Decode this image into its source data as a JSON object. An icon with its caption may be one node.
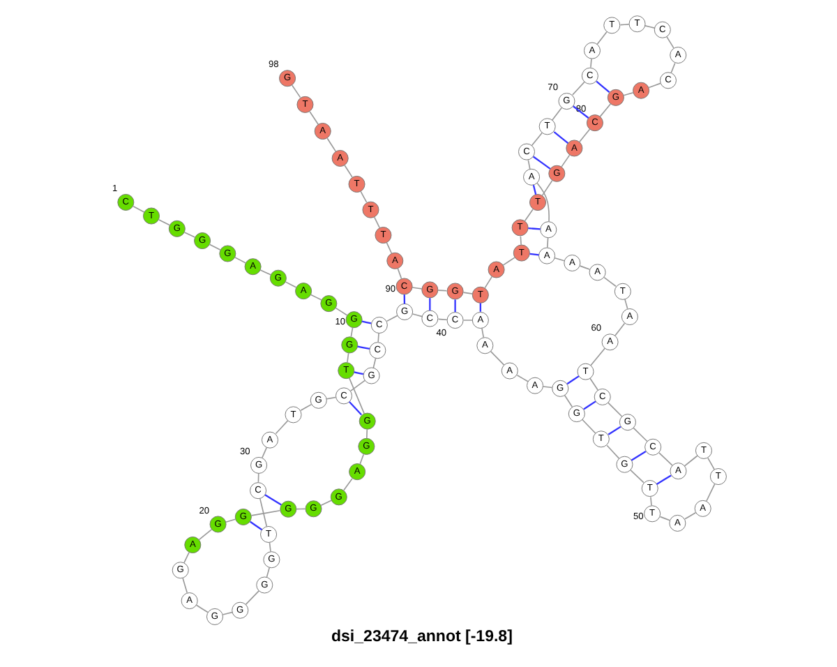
{
  "diagram": {
    "title": "dsi_23474_annot [-19.8]",
    "nodes": [
      {
        "text": [
          "C"
        ],
        "beside": [
          "1"
        ]
      },
      {
        "text": [
          "T"
        ]
      },
      {
        "text": [
          "G"
        ]
      },
      {
        "text": [
          "G"
        ]
      },
      {
        "text": [
          "G"
        ]
      },
      {
        "text": [
          "A"
        ]
      },
      {
        "text": [
          "G"
        ]
      },
      {
        "text": [
          "A"
        ]
      },
      {
        "text": [
          "G"
        ]
      },
      {
        "text": [
          "G"
        ],
        "beside": [
          "10"
        ]
      },
      {
        "text": [
          "G"
        ]
      },
      {
        "text": [
          "T"
        ]
      },
      {
        "text": [
          "G"
        ]
      },
      {
        "text": [
          "G"
        ]
      },
      {
        "text": [
          "A"
        ]
      },
      {
        "text": [
          "G"
        ]
      },
      {
        "text": [
          "G"
        ]
      },
      {
        "text": [
          "G"
        ]
      },
      {
        "text": [
          "G"
        ]
      },
      {
        "text": [
          "G"
        ],
        "beside": [
          "20"
        ]
      },
      {
        "text": [
          "A"
        ]
      },
      {
        "text": [
          "G"
        ]
      },
      {
        "text": [
          "A"
        ]
      },
      {
        "text": [
          "G"
        ]
      },
      {
        "text": [
          "G"
        ]
      },
      {
        "text": [
          "G"
        ]
      },
      {
        "text": [
          "G"
        ]
      },
      {
        "text": [
          "T"
        ]
      },
      {
        "text": [
          "C"
        ]
      },
      {
        "text": [
          "G"
        ],
        "beside": [
          "30"
        ]
      },
      {
        "text": [
          "A"
        ]
      },
      {
        "text": [
          "T"
        ]
      },
      {
        "text": [
          "G"
        ]
      },
      {
        "text": [
          "C"
        ]
      },
      {
        "text": [
          "G"
        ]
      },
      {
        "text": [
          "C"
        ]
      },
      {
        "text": [
          "C"
        ]
      },
      {
        "text": [
          "G"
        ]
      },
      {
        "text": [
          "C"
        ]
      },
      {
        "text": [
          "C"
        ],
        "beside": [
          "40"
        ]
      },
      {
        "text": [
          "A"
        ]
      },
      {
        "text": [
          "A"
        ]
      },
      {
        "text": [
          "A"
        ]
      },
      {
        "text": [
          "A"
        ]
      },
      {
        "text": [
          "G"
        ]
      },
      {
        "text": [
          "G"
        ]
      },
      {
        "text": [
          "T"
        ]
      },
      {
        "text": [
          "G"
        ]
      },
      {
        "text": [
          "T"
        ]
      },
      {
        "text": [
          "T"
        ],
        "beside": [
          "50"
        ]
      },
      {
        "text": [
          "A"
        ]
      },
      {
        "text": [
          "A"
        ]
      },
      {
        "text": [
          "T"
        ]
      },
      {
        "text": [
          "T"
        ]
      },
      {
        "text": [
          "A"
        ]
      },
      {
        "text": [
          "C"
        ]
      },
      {
        "text": [
          "G"
        ]
      },
      {
        "text": [
          "C"
        ]
      },
      {
        "text": [
          "T"
        ]
      },
      {
        "text": [
          "A"
        ],
        "beside": [
          "60"
        ]
      },
      {
        "text": [
          "A"
        ]
      },
      {
        "text": [
          "T"
        ]
      },
      {
        "text": [
          "A"
        ]
      },
      {
        "text": [
          "A"
        ]
      },
      {
        "text": [
          "A"
        ]
      },
      {
        "text": [
          "A"
        ]
      },
      {
        "text": [
          "A"
        ]
      },
      {
        "text": [
          "C"
        ]
      },
      {
        "text": [
          "T"
        ]
      },
      {
        "text": [
          "G"
        ],
        "beside": [
          "70"
        ]
      },
      {
        "text": [
          "C"
        ]
      },
      {
        "text": [
          "A"
        ]
      },
      {
        "text": [
          "T"
        ]
      },
      {
        "text": [
          "T"
        ]
      },
      {
        "text": [
          "C"
        ]
      },
      {
        "text": [
          "A"
        ]
      },
      {
        "text": [
          "C"
        ]
      },
      {
        "text": [
          "A"
        ]
      },
      {
        "text": [
          "G"
        ]
      },
      {
        "text": [
          "C"
        ],
        "beside": [
          "80"
        ]
      },
      {
        "text": [
          "A"
        ]
      },
      {
        "text": [
          "G"
        ]
      },
      {
        "text": [
          "T"
        ]
      },
      {
        "text": [
          "T"
        ]
      },
      {
        "text": [
          "T"
        ]
      },
      {
        "text": [
          "A"
        ]
      },
      {
        "text": [
          "T"
        ]
      },
      {
        "text": [
          "G"
        ]
      },
      {
        "text": [
          "G"
        ]
      },
      {
        "text": [
          "C"
        ],
        "beside": [
          "90"
        ]
      },
      {
        "text": [
          "A"
        ]
      },
      {
        "text": [
          "T"
        ]
      },
      {
        "text": [
          "T"
        ]
      },
      {
        "text": [
          "T"
        ]
      },
      {
        "text": [
          "A"
        ]
      },
      {
        "text": [
          "A"
        ]
      },
      {
        "text": [
          "T"
        ]
      },
      {
        "text": [
          "G"
        ],
        "beside": [
          "98"
        ]
      }
    ],
    "edges": [
      {
        "from": 0,
        "to": 1,
        "arrow": "none"
      },
      {
        "from": 1,
        "to": 2,
        "arrow": "none"
      },
      {
        "from": 2,
        "to": 3,
        "arrow": "none"
      },
      {
        "from": 3,
        "to": 4,
        "arrow": "none"
      },
      {
        "from": 4,
        "to": 5,
        "arrow": "none"
      },
      {
        "from": 5,
        "to": 6,
        "arrow": "none"
      },
      {
        "from": 6,
        "to": 7,
        "arrow": "none"
      },
      {
        "from": 7,
        "to": 8,
        "arrow": "none"
      },
      {
        "from": 8,
        "to": 9,
        "arrow": "none"
      },
      {
        "from": 9,
        "to": 10,
        "arrow": "none"
      },
      {
        "from": 10,
        "to": 11,
        "arrow": "none"
      },
      {
        "from": 11,
        "to": 12,
        "arrow": "none"
      },
      {
        "from": 12,
        "to": 13,
        "arrow": "none"
      },
      {
        "from": 13,
        "to": 14,
        "arrow": "none"
      },
      {
        "from": 14,
        "to": 15,
        "arrow": "none"
      },
      {
        "from": 15,
        "to": 16,
        "arrow": "none"
      },
      {
        "from": 16,
        "to": 17,
        "arrow": "none"
      },
      {
        "from": 17,
        "to": 18,
        "arrow": "none"
      },
      {
        "from": 18,
        "to": 19,
        "arrow": "none"
      },
      {
        "from": 19,
        "to": 20,
        "arrow": "none"
      },
      {
        "from": 20,
        "to": 21,
        "arrow": "none"
      },
      {
        "from": 21,
        "to": 22,
        "arrow": "none"
      },
      {
        "from": 22,
        "to": 23,
        "arrow": "none"
      },
      {
        "from": 23,
        "to": 24,
        "arrow": "none"
      },
      {
        "from": 24,
        "to": 25,
        "arrow": "none"
      },
      {
        "from": 25,
        "to": 26,
        "arrow": "none"
      },
      {
        "from": 26,
        "to": 27,
        "arrow": "none"
      },
      {
        "from": 27,
        "to": 28,
        "arrow": "none"
      },
      {
        "from": 28,
        "to": 29,
        "arrow": "none"
      },
      {
        "from": 29,
        "to": 30,
        "arrow": "none"
      },
      {
        "from": 30,
        "to": 31,
        "arrow": "none"
      },
      {
        "from": 31,
        "to": 32,
        "arrow": "none"
      },
      {
        "from": 32,
        "to": 33,
        "arrow": "none"
      },
      {
        "from": 33,
        "to": 34,
        "arrow": "none"
      },
      {
        "from": 34,
        "to": 35,
        "arrow": "none"
      },
      {
        "from": 35,
        "to": 36,
        "arrow": "none"
      },
      {
        "from": 36,
        "to": 37,
        "arrow": "none"
      },
      {
        "from": 37,
        "to": 38,
        "arrow": "none"
      },
      {
        "from": 38,
        "to": 39,
        "arrow": "none"
      },
      {
        "from": 39,
        "to": 40,
        "arrow": "none"
      },
      {
        "from": 40,
        "to": 41,
        "arrow": "none"
      },
      {
        "from": 41,
        "to": 42,
        "arrow": "none"
      },
      {
        "from": 42,
        "to": 43,
        "arrow": "none"
      },
      {
        "from": 43,
        "to": 44,
        "arrow": "none"
      },
      {
        "from": 44,
        "to": 45,
        "arrow": "none"
      },
      {
        "from": 45,
        "to": 46,
        "arrow": "none"
      },
      {
        "from": 46,
        "to": 47,
        "arrow": "none"
      },
      {
        "from": 47,
        "to": 48,
        "arrow": "none"
      },
      {
        "from": 48,
        "to": 49,
        "arrow": "none"
      },
      {
        "from": 49,
        "to": 50,
        "arrow": "none"
      },
      {
        "from": 50,
        "to": 51,
        "arrow": "none"
      },
      {
        "from": 51,
        "to": 52,
        "arrow": "none"
      },
      {
        "from": 52,
        "to": 53,
        "arrow": "none"
      },
      {
        "from": 53,
        "to": 54,
        "arrow": "none"
      },
      {
        "from": 54,
        "to": 55,
        "arrow": "none"
      },
      {
        "from": 55,
        "to": 56,
        "arrow": "none"
      },
      {
        "from": 56,
        "to": 57,
        "arrow": "none"
      },
      {
        "from": 57,
        "to": 58,
        "arrow": "none"
      },
      {
        "from": 58,
        "to": 59,
        "arrow": "none"
      },
      {
        "from": 59,
        "to": 60,
        "arrow": "none"
      },
      {
        "from": 60,
        "to": 61,
        "arrow": "none"
      },
      {
        "from": 61,
        "to": 62,
        "arrow": "none"
      },
      {
        "from": 62,
        "to": 63,
        "arrow": "none"
      },
      {
        "from": 63,
        "to": 64,
        "arrow": "none"
      },
      {
        "from": 64,
        "to": 65,
        "arrow": "none"
      },
      {
        "from": 65,
        "to": 66,
        "arrow": "none"
      },
      {
        "from": 66,
        "to": 67,
        "arrow": "none"
      },
      {
        "from": 67,
        "to": 68,
        "arrow": "none"
      },
      {
        "from": 68,
        "to": 69,
        "arrow": "none"
      },
      {
        "from": 69,
        "to": 70,
        "arrow": "none"
      },
      {
        "from": 70,
        "to": 71,
        "arrow": "none"
      },
      {
        "from": 71,
        "to": 72,
        "arrow": "none"
      },
      {
        "from": 72,
        "to": 73,
        "arrow": "none"
      },
      {
        "from": 73,
        "to": 74,
        "arrow": "none"
      },
      {
        "from": 74,
        "to": 75,
        "arrow": "none"
      },
      {
        "from": 75,
        "to": 76,
        "arrow": "none"
      },
      {
        "from": 76,
        "to": 77,
        "arrow": "none"
      },
      {
        "from": 77,
        "to": 78,
        "arrow": "none"
      },
      {
        "from": 78,
        "to": 79,
        "arrow": "none"
      },
      {
        "from": 79,
        "to": 80,
        "arrow": "none"
      },
      {
        "from": 80,
        "to": 81,
        "arrow": "none"
      },
      {
        "from": 81,
        "to": 82,
        "arrow": "none"
      },
      {
        "from": 82,
        "to": 83,
        "arrow": "none"
      },
      {
        "from": 83,
        "to": 84,
        "arrow": "none"
      },
      {
        "from": 84,
        "to": 85,
        "arrow": "none"
      },
      {
        "from": 85,
        "to": 86,
        "arrow": "none"
      },
      {
        "from": 86,
        "to": 87,
        "arrow": "none"
      },
      {
        "from": 87,
        "to": 88,
        "arrow": "none"
      },
      {
        "from": 88,
        "to": 89,
        "arrow": "none"
      },
      {
        "from": 89,
        "to": 90,
        "arrow": "none"
      },
      {
        "from": 90,
        "to": 91,
        "arrow": "none"
      },
      {
        "from": 91,
        "to": 92,
        "arrow": "none"
      },
      {
        "from": 92,
        "to": 93,
        "arrow": "none"
      },
      {
        "from": 93,
        "to": 94,
        "arrow": "none"
      },
      {
        "from": 94,
        "to": 95,
        "arrow": "none"
      },
      {
        "from": 95,
        "to": 96,
        "arrow": "none"
      },
      {
        "from": 96,
        "to": 97,
        "arrow": "none"
      },
      {
        "from": 9,
        "to": 36,
        "arrow": "none",
        "color": "#3333ff"
      },
      {
        "from": 10,
        "to": 35,
        "arrow": "none",
        "color": "#3333ff"
      },
      {
        "from": 11,
        "to": 34,
        "arrow": "none",
        "color": "#3333ff"
      },
      {
        "from": 12,
        "to": 33,
        "arrow": "none",
        "color": "#3333ff"
      },
      {
        "from": 17,
        "to": 28,
        "arrow": "none",
        "color": "#3333ff"
      },
      {
        "from": 18,
        "to": 27,
        "arrow": "none",
        "color": "#3333ff"
      },
      {
        "from": 37,
        "to": 89,
        "arrow": "none",
        "color": "#3333ff"
      },
      {
        "from": 38,
        "to": 88,
        "arrow": "none",
        "color": "#3333ff"
      },
      {
        "from": 39,
        "to": 87,
        "arrow": "none",
        "color": "#3333ff"
      },
      {
        "from": 40,
        "to": 86,
        "arrow": "none",
        "color": "#3333ff"
      },
      {
        "from": 44,
        "to": 58,
        "arrow": "none",
        "color": "#3333ff"
      },
      {
        "from": 45,
        "to": 57,
        "arrow": "none",
        "color": "#3333ff"
      },
      {
        "from": 46,
        "to": 56,
        "arrow": "none",
        "color": "#3333ff"
      },
      {
        "from": 47,
        "to": 55,
        "arrow": "none",
        "color": "#3333ff"
      },
      {
        "from": 48,
        "to": 54,
        "arrow": "none",
        "color": "#3333ff"
      },
      {
        "from": 64,
        "to": 84,
        "arrow": "none",
        "color": "#3333ff"
      },
      {
        "from": 65,
        "to": 83,
        "arrow": "none",
        "color": "#3333ff"
      },
      {
        "from": 66,
        "to": 82,
        "arrow": "none",
        "color": "#3333ff"
      },
      {
        "from": 67,
        "to": 81,
        "arrow": "none",
        "color": "#3333ff"
      },
      {
        "from": 68,
        "to": 80,
        "arrow": "none",
        "color": "#3333ff"
      },
      {
        "from": 69,
        "to": 79,
        "arrow": "none",
        "color": "#3333ff"
      },
      {
        "from": 70,
        "to": 78,
        "arrow": "none",
        "color": "#3333ff"
      }
    ]
  }
}
